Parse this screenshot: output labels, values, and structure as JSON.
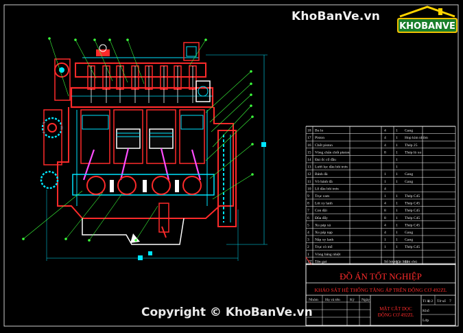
{
  "watermark": {
    "top_text": "KhoBanVe.vn",
    "bottom_text": "Copyright © KhoBanVe.vn"
  },
  "logo": {
    "text": "KHOBANVE"
  },
  "colors": {
    "background": "#000000",
    "engine_red": "#ff2a2a",
    "engine_cyan": "#00e5ff",
    "frame_white": "#ffffff",
    "title_red": "#ff2b2b",
    "leader_green": "#3cff3c",
    "magenta": "#ff4dff"
  },
  "parts_table": {
    "rows": [
      {
        "no": "18",
        "name": "Bu lo",
        "qty": "4",
        "b": "1",
        "mat": "Gang"
      },
      {
        "no": "17",
        "name": "Piston",
        "qty": "4",
        "b": "1",
        "mat": "Hop kim nhôm"
      },
      {
        "no": "16",
        "name": "Chốt piston",
        "qty": "4",
        "b": "1",
        "mat": "Thép 25"
      },
      {
        "no": "15",
        "name": "Vòng chắn chốt piston",
        "qty": "8",
        "b": "1",
        "mat": "Thép lò xo"
      },
      {
        "no": "14",
        "name": "Đai ốc cổ đầu",
        "qty": "",
        "b": "1",
        "mat": ""
      },
      {
        "no": "13",
        "name": "Lưới lọc dầu bôi trơn",
        "qty": "",
        "b": "1",
        "mat": ""
      },
      {
        "no": "12",
        "name": "Bánh đà",
        "qty": "1",
        "b": "1",
        "mat": "Gang"
      },
      {
        "no": "11",
        "name": "Vỏ bánh đà",
        "qty": "1",
        "b": "1",
        "mat": "Gang"
      },
      {
        "no": "10",
        "name": "Lỗ dầu bôi trơn",
        "qty": "4",
        "b": "",
        "mat": ""
      },
      {
        "no": "9",
        "name": "Trục cam",
        "qty": "1",
        "b": "1",
        "mat": "Thép C45"
      },
      {
        "no": "8",
        "name": "Lót xy lanh",
        "qty": "4",
        "b": "1",
        "mat": "Thép C45"
      },
      {
        "no": "7",
        "name": "Con đội",
        "qty": "8",
        "b": "1",
        "mat": "Thép C45"
      },
      {
        "no": "6",
        "name": "Đũa đẩy",
        "qty": "8",
        "b": "1",
        "mat": "Thép C45"
      },
      {
        "no": "5",
        "name": "Xu páp xả",
        "qty": "4",
        "b": "1",
        "mat": "Thép C45"
      },
      {
        "no": "4",
        "name": "Xu páp nạp",
        "qty": "4",
        "b": "1",
        "mat": "Gang"
      },
      {
        "no": "3",
        "name": "Nắp xy lanh",
        "qty": "1",
        "b": "1",
        "mat": "Gang"
      },
      {
        "no": "2",
        "name": "Trục cò mổ",
        "qty": "1",
        "b": "1",
        "mat": "Thép C45"
      },
      {
        "no": "1",
        "name": "Vòng bảng nhiệt",
        "qty": "",
        "b": "",
        "mat": ""
      }
    ],
    "header": {
      "no": "TT",
      "name": "Tên gọi",
      "qty": "Số lượng",
      "b": "Vật liệu",
      "mat": "Ghi chú"
    }
  },
  "title_block": {
    "project": "ĐỒ ÁN TỐT NGHIỆP",
    "subject": "KHẢO SÁT HỆ THỐNG TĂNG ÁP TRÊN ĐỘNG CƠ 492ZL",
    "drawing_title_1": "MẶT CẮT DỌC",
    "drawing_title_2": "ĐỘNG CƠ 492ZL",
    "col_labels": [
      "Nhóm",
      "Họ và tên",
      "Ký",
      "Ngày"
    ],
    "right_labels": [
      "Tỉ lệ",
      "Tờ số",
      "Khổ",
      "Lớp"
    ],
    "scale": "1:2",
    "sheet": "7"
  }
}
